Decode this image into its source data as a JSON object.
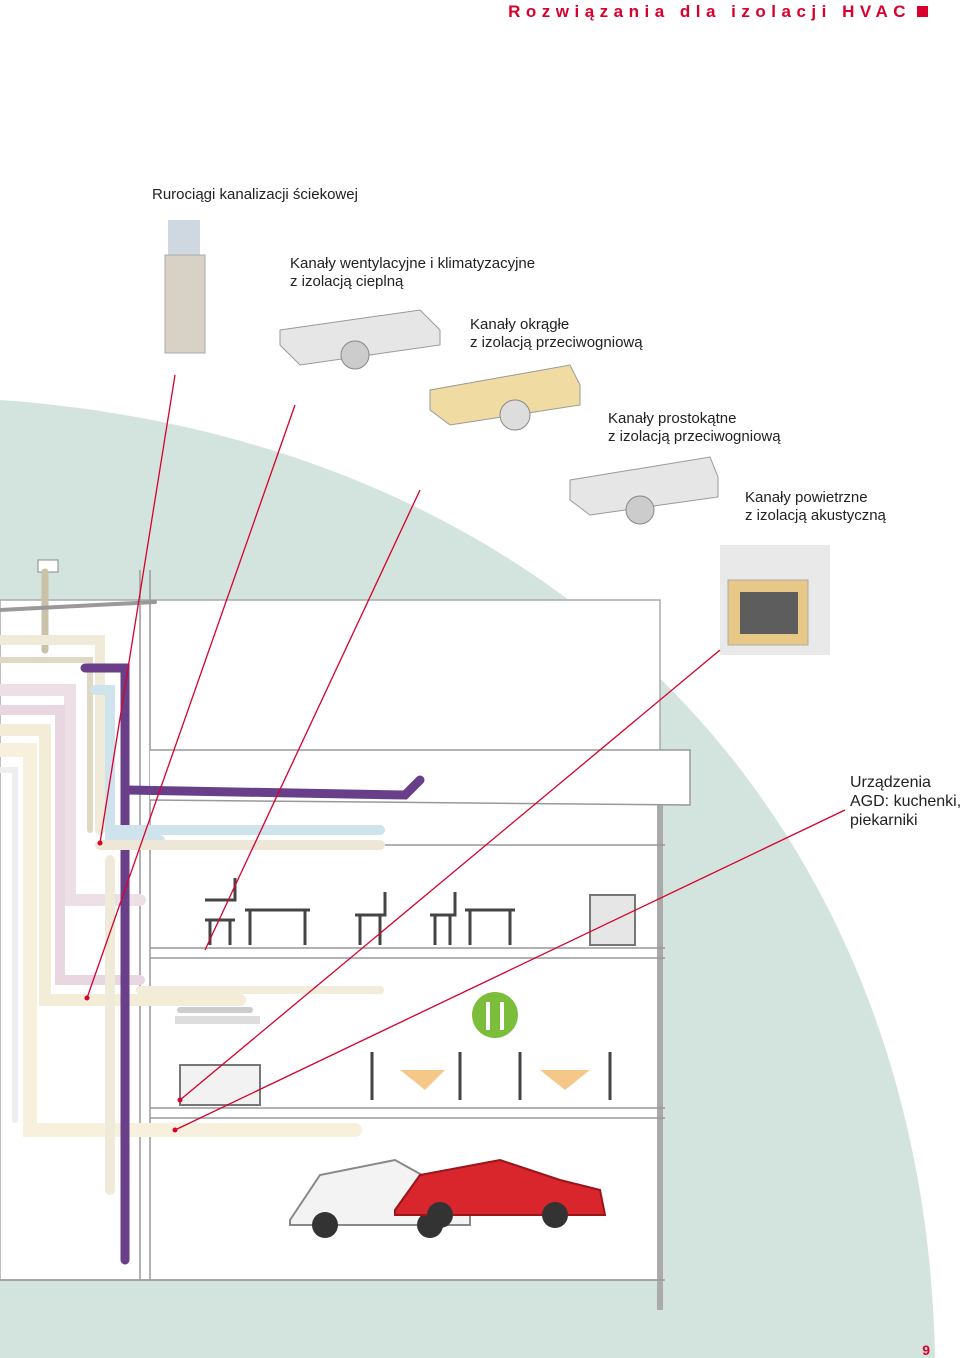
{
  "header": {
    "title": "Rozwiązania dla izolacji HVAC"
  },
  "labels": {
    "sewage": "Rurociągi kanalizacji ściekowej",
    "ventilation_line1": "Kanały wentylacyjne i klimatyzacyjne",
    "ventilation_line2": "z izolacją cieplną",
    "round_line1": "Kanały okrągłe",
    "round_line2": "z izolacją przeciwogniową",
    "rect_line1": "Kanały prostokątne",
    "rect_line2": "z izolacją przeciwogniową",
    "air_line1": "Kanały powietrzne",
    "air_line2": "z izolacją akustyczną",
    "agd_line1": "Urządzenia",
    "agd_line2": "AGD: kuchenki,",
    "agd_line3": "piekarniki"
  },
  "colors": {
    "accent": "#d8002c",
    "background_arc": "#d3e3dd",
    "purple_duct": "#6a3f8a",
    "callout_line": "#d8002c"
  },
  "page_number": "9"
}
